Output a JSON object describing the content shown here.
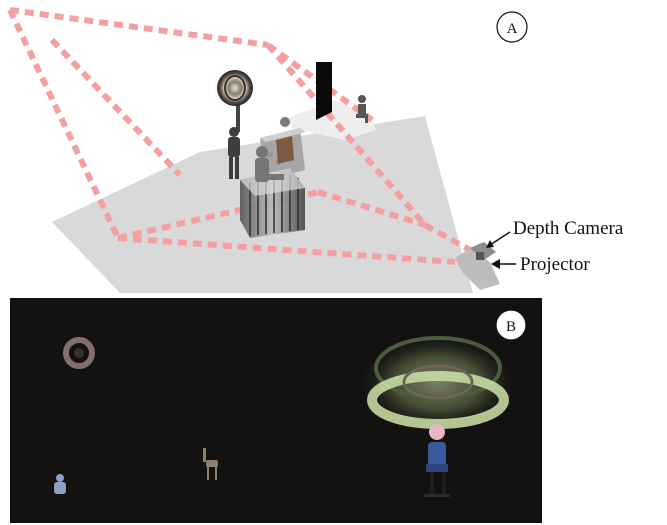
{
  "panel_a": {
    "badge": "A",
    "labels": {
      "depth_camera": "Depth Camera",
      "projector": "Projector"
    }
  },
  "panel_b": {
    "badge": "B"
  },
  "colors": {
    "floor": "#d9d9d9",
    "frustum": "#f4a0a0",
    "frustum_strong": "#ff4a4a",
    "panel_b_bg": "#141210",
    "hologram_glow": "#cfe3a8"
  },
  "icons": [
    "arrow-left-icon"
  ]
}
